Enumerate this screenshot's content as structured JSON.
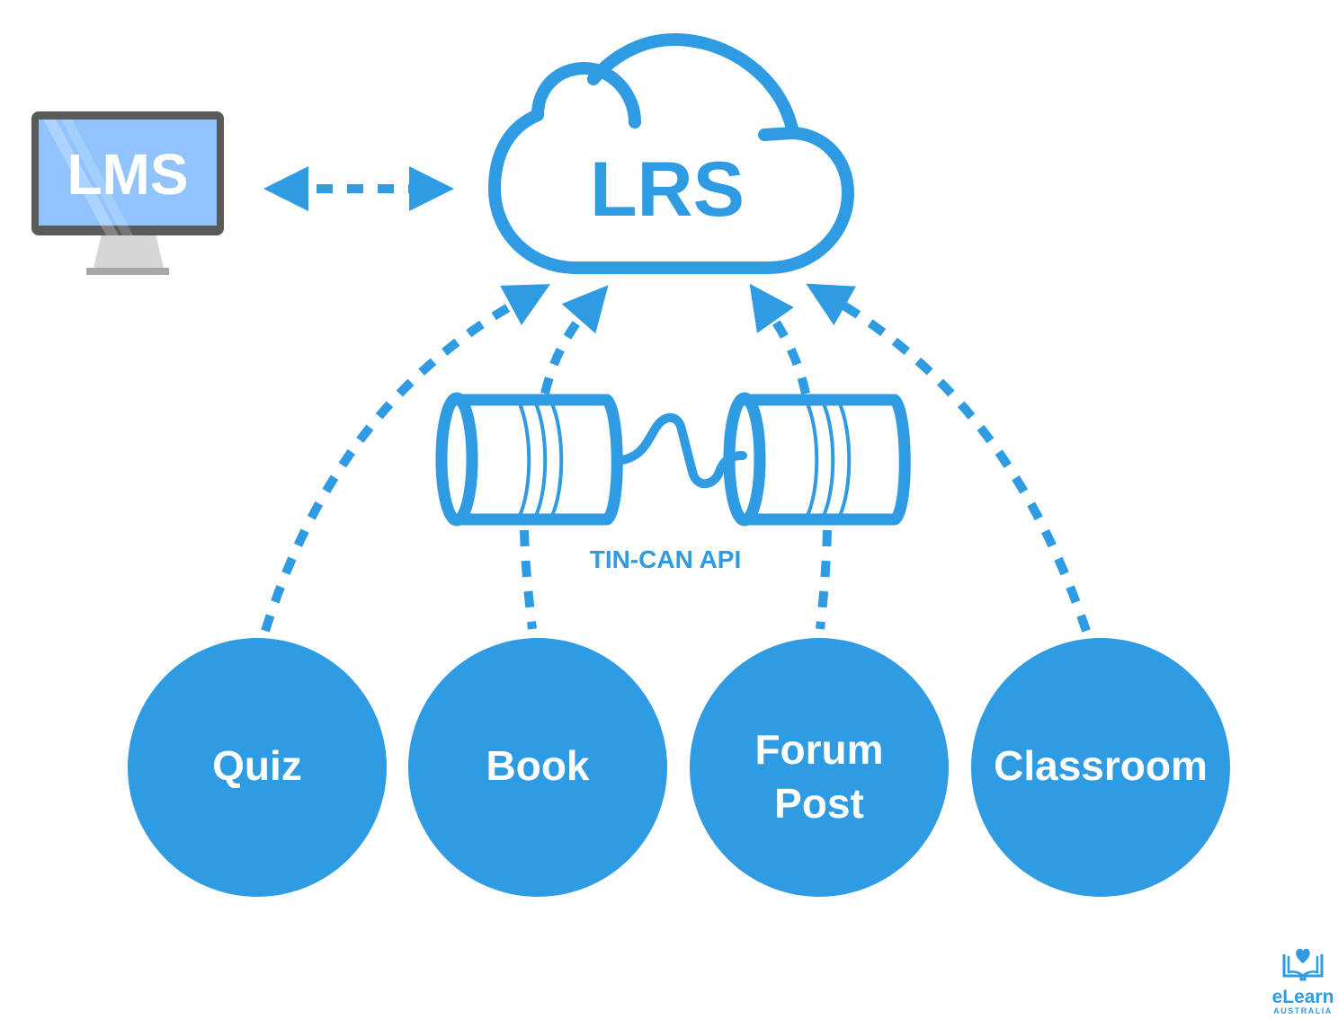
{
  "diagram": {
    "title": "Tin Can API / xAPI overview",
    "lms": {
      "label": "LMS",
      "icon": "monitor-icon"
    },
    "lrs": {
      "label": "LRS",
      "icon": "cloud-icon"
    },
    "api": {
      "label": "TIN-CAN API",
      "icon": "tin-can-telephone-icon"
    },
    "nodes": [
      {
        "id": "quiz",
        "lines": [
          "Quiz"
        ]
      },
      {
        "id": "book",
        "lines": [
          "Book"
        ]
      },
      {
        "id": "forum-post",
        "lines": [
          "Forum",
          "Post"
        ]
      },
      {
        "id": "classroom",
        "lines": [
          "Classroom"
        ]
      }
    ],
    "connections": [
      {
        "from": "LMS",
        "to": "LRS",
        "style": "dashed",
        "direction": "bidirectional"
      },
      {
        "from": "Quiz",
        "to": "LRS",
        "style": "dashed",
        "direction": "to"
      },
      {
        "from": "Book",
        "to": "LRS",
        "style": "dashed",
        "direction": "to",
        "via": "TIN-CAN API"
      },
      {
        "from": "Forum Post",
        "to": "LRS",
        "style": "dashed",
        "direction": "to",
        "via": "TIN-CAN API"
      },
      {
        "from": "Classroom",
        "to": "LRS",
        "style": "dashed",
        "direction": "to"
      }
    ],
    "colors": {
      "primary": "#2e9be2",
      "monitor_screen": "#91c4fc",
      "monitor_frame": "#5a5a5a",
      "monitor_stand": "#d6d6d8",
      "monitor_base": "#a7a7aa"
    }
  },
  "branding": {
    "logo_icon": "heart-book-icon",
    "name": "eLearn",
    "subtitle": "AUSTRALIA"
  }
}
